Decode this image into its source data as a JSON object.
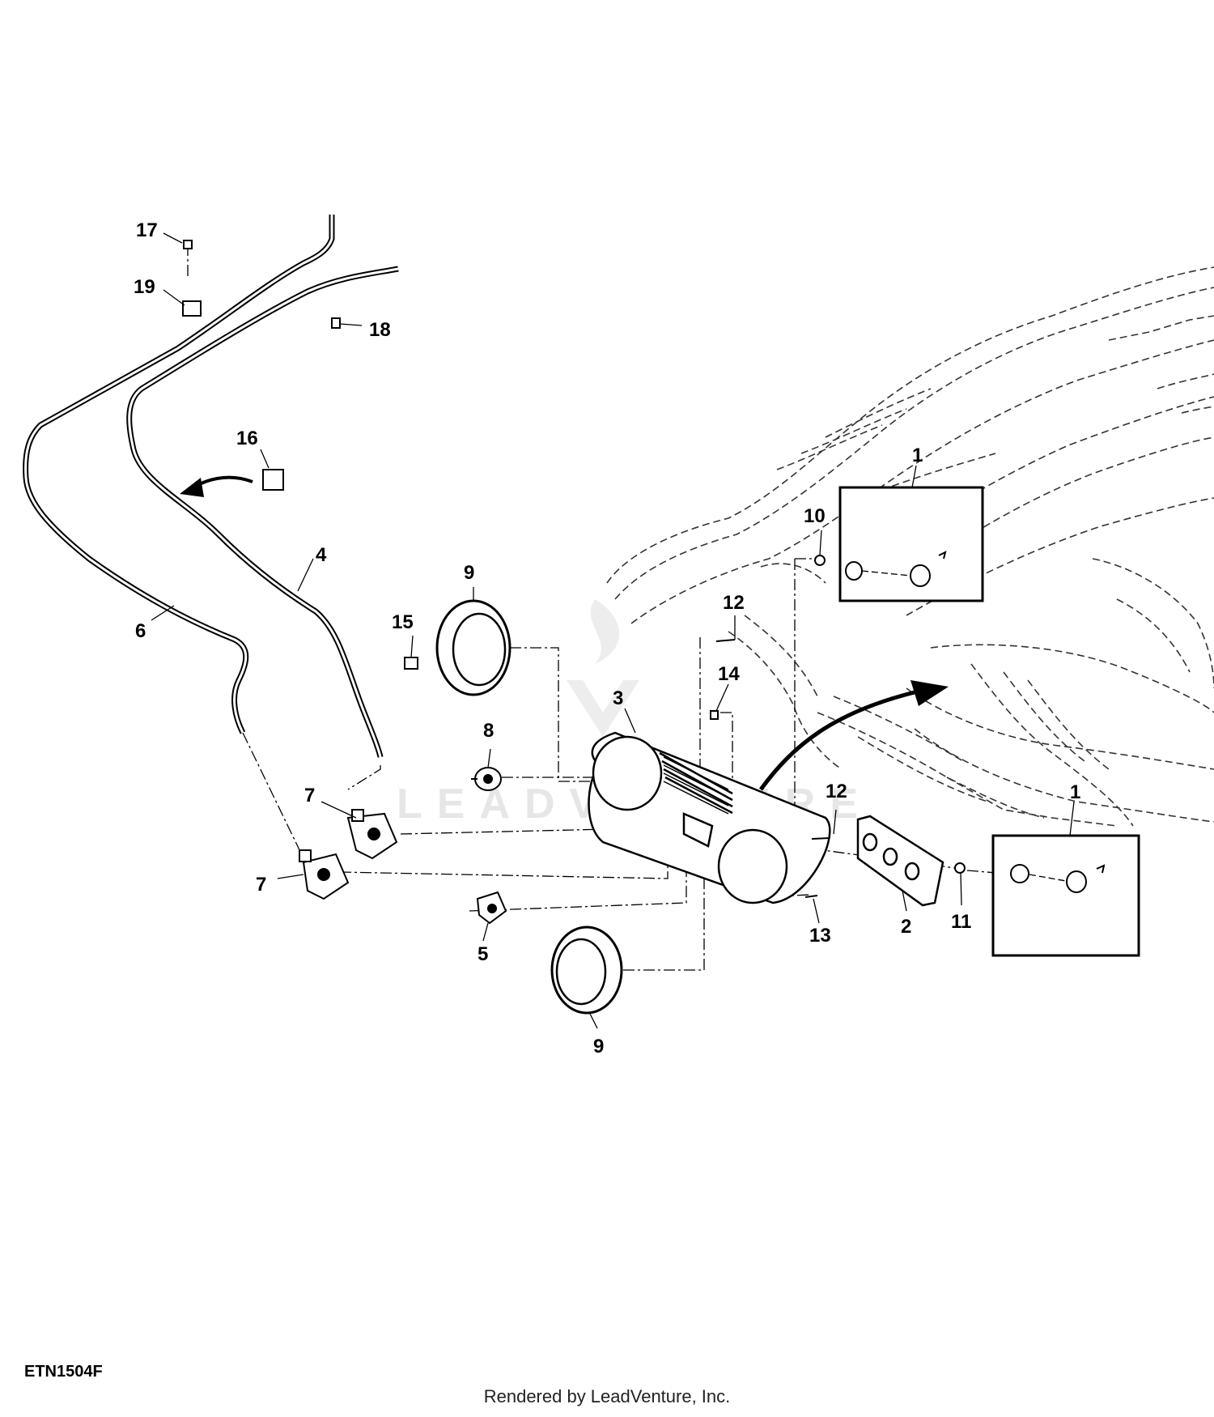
{
  "figure_id": "ETN1504F",
  "credit": "Rendered by LeadVenture, Inc.",
  "watermark": "LEADVENTURE",
  "callouts": {
    "c17": "17",
    "c19": "19",
    "c18": "18",
    "c16": "16",
    "c4": "4",
    "c6": "6",
    "c9a": "9",
    "c15": "15",
    "c12a": "12",
    "c14": "14",
    "c3": "3",
    "c8": "8",
    "c7a": "7",
    "c7b": "7",
    "c5": "5",
    "c9b": "9",
    "c1a": "1",
    "c10": "10",
    "c1b": "1",
    "c12b": "12",
    "c13": "13",
    "c2": "2",
    "c11": "11"
  }
}
